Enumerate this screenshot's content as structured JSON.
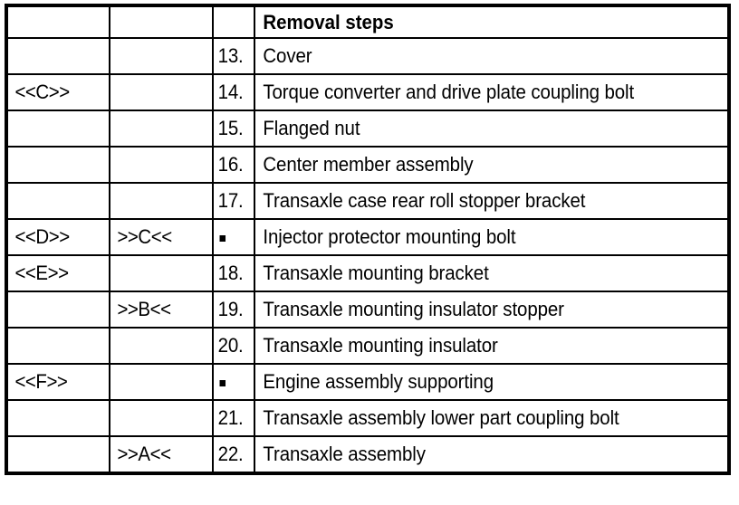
{
  "table": {
    "headers": {
      "col_mark": "",
      "col_submark": "",
      "col_num": "",
      "col_steps": "Removal steps"
    },
    "columns": [
      "mark",
      "submark",
      "num",
      "step"
    ],
    "rows": [
      {
        "mark": "",
        "submark": "",
        "num": "13.",
        "num_is_dot": false,
        "step": "Cover"
      },
      {
        "mark": "<<C>>",
        "submark": "",
        "num": "14.",
        "num_is_dot": false,
        "step": "Torque converter and drive plate coupling bolt"
      },
      {
        "mark": "",
        "submark": "",
        "num": "15.",
        "num_is_dot": false,
        "step": "Flanged nut"
      },
      {
        "mark": "",
        "submark": "",
        "num": "16.",
        "num_is_dot": false,
        "step": "Center member assembly"
      },
      {
        "mark": "",
        "submark": "",
        "num": "17.",
        "num_is_dot": false,
        "step": "Transaxle case rear roll stopper bracket"
      },
      {
        "mark": "<<D>>",
        "submark": ">>C<<",
        "num": "·",
        "num_is_dot": true,
        "step": "Injector protector mounting bolt"
      },
      {
        "mark": "<<E>>",
        "submark": "",
        "num": "18.",
        "num_is_dot": false,
        "step": "Transaxle mounting bracket"
      },
      {
        "mark": "",
        "submark": ">>B<<",
        "num": "19.",
        "num_is_dot": false,
        "step": "Transaxle mounting insulator stopper"
      },
      {
        "mark": "",
        "submark": "",
        "num": "20.",
        "num_is_dot": false,
        "step": "Transaxle mounting insulator"
      },
      {
        "mark": "<<F>>",
        "submark": "",
        "num": "·",
        "num_is_dot": true,
        "step": "Engine assembly supporting"
      },
      {
        "mark": "",
        "submark": "",
        "num": "21.",
        "num_is_dot": false,
        "step": "Transaxle assembly lower part coupling bolt"
      },
      {
        "mark": "",
        "submark": ">>A<<",
        "num": "22.",
        "num_is_dot": false,
        "step": "Transaxle assembly"
      }
    ]
  },
  "colors": {
    "border": "#000000",
    "background": "#ffffff",
    "text": "#000000"
  }
}
